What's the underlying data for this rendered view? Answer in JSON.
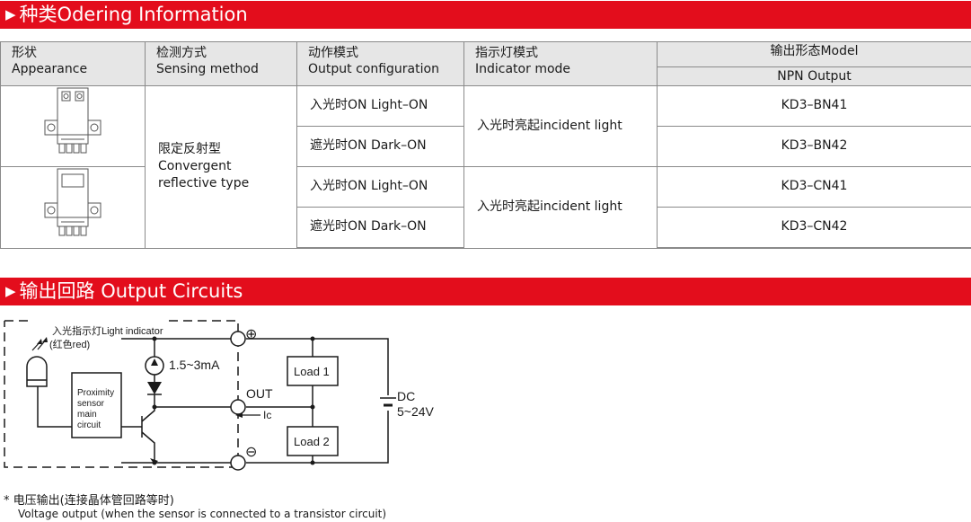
{
  "ordering": {
    "title": "种类Odering Information",
    "headers": {
      "appearance_cn": "形状",
      "appearance_en": "Appearance",
      "sensing_cn": "检测方式",
      "sensing_en": "Sensing method",
      "output_cn": "动作模式",
      "output_en": "Output configuration",
      "indicator_cn": "指示灯模式",
      "indicator_en": "Indicator mode",
      "model": "输出形态Model",
      "npn": "NPN Output"
    },
    "sensing_type": {
      "cn": "限定反射型",
      "en1": "Convergent",
      "en2": "reflective type"
    },
    "groups": [
      {
        "indicator": "入光时亮起incident light",
        "rows": [
          {
            "mode": "入光时ON  Light–ON",
            "model": "KD3–BN41"
          },
          {
            "mode": "遮光时ON  Dark–ON",
            "model": "KD3–BN42"
          }
        ]
      },
      {
        "indicator": "入光时亮起incident light",
        "rows": [
          {
            "mode": "入光时ON  Light–ON",
            "model": "KD3–CN41"
          },
          {
            "mode": "遮光时ON  Dark–ON",
            "model": "KD3–CN42"
          }
        ]
      }
    ]
  },
  "circuits": {
    "title": "输出回路 Output Circuits",
    "light_indicator": "入光指示灯Light indicator",
    "red": "(红色red)",
    "current": "1.5~3mA",
    "sensor_l1": "Proximity",
    "sensor_l2": "sensor",
    "sensor_l3": "main",
    "sensor_l4": "circuit",
    "plus": "⊕",
    "minus": "⊖",
    "out": "OUT",
    "ic": "Ic",
    "load1": "Load 1",
    "load2": "Load 2",
    "dc": "DC",
    "voltage": "5~24V",
    "note_cn": "*  电压输出(连接晶体管回路等时)",
    "note_en": "Voltage output (when the sensor is connected to a transistor circuit)"
  },
  "colors": {
    "banner": "#e30d1c",
    "header_bg": "#e6e6e6"
  }
}
